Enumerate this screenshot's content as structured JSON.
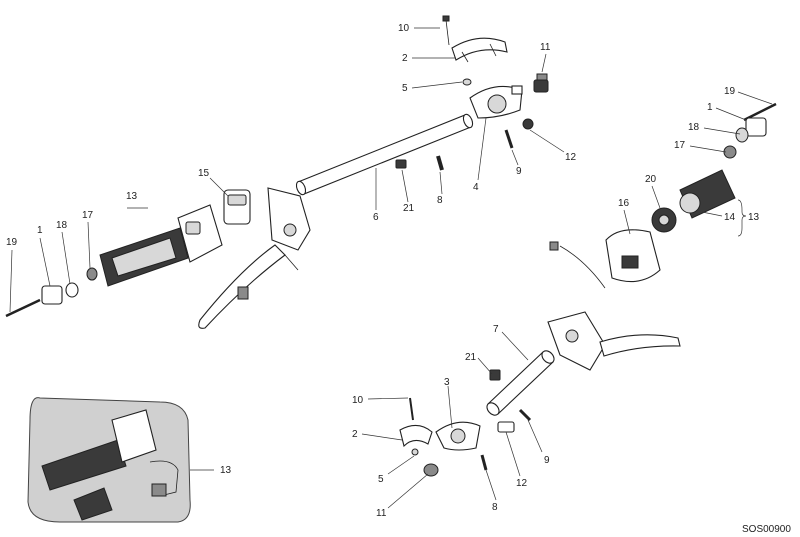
{
  "drawing_code": "SOS00900",
  "callouts": {
    "c10_top": "10",
    "c2_top": "2",
    "c5_top": "5",
    "c11_top": "11",
    "c12_top": "12",
    "c9_top": "9",
    "c4": "4",
    "c8_top": "8",
    "c21_top": "21",
    "c6": "6",
    "c15": "15",
    "c13_left": "13",
    "c19_left": "19",
    "c1_left": "1",
    "c18_left": "18",
    "c17_left": "17",
    "c19_right": "19",
    "c1_right": "1",
    "c18_right": "18",
    "c17_right": "17",
    "c20": "20",
    "c16": "16",
    "c14": "14",
    "c13_right": "13",
    "c7": "7",
    "c21_bottom": "21",
    "c3": "3",
    "c10_bottom": "10",
    "c2_bottom": "2",
    "c5_bottom": "5",
    "c11_bottom": "11",
    "c9_bottom": "9",
    "c12_bottom": "12",
    "c8_bottom": "8",
    "c13_inset": "13"
  }
}
